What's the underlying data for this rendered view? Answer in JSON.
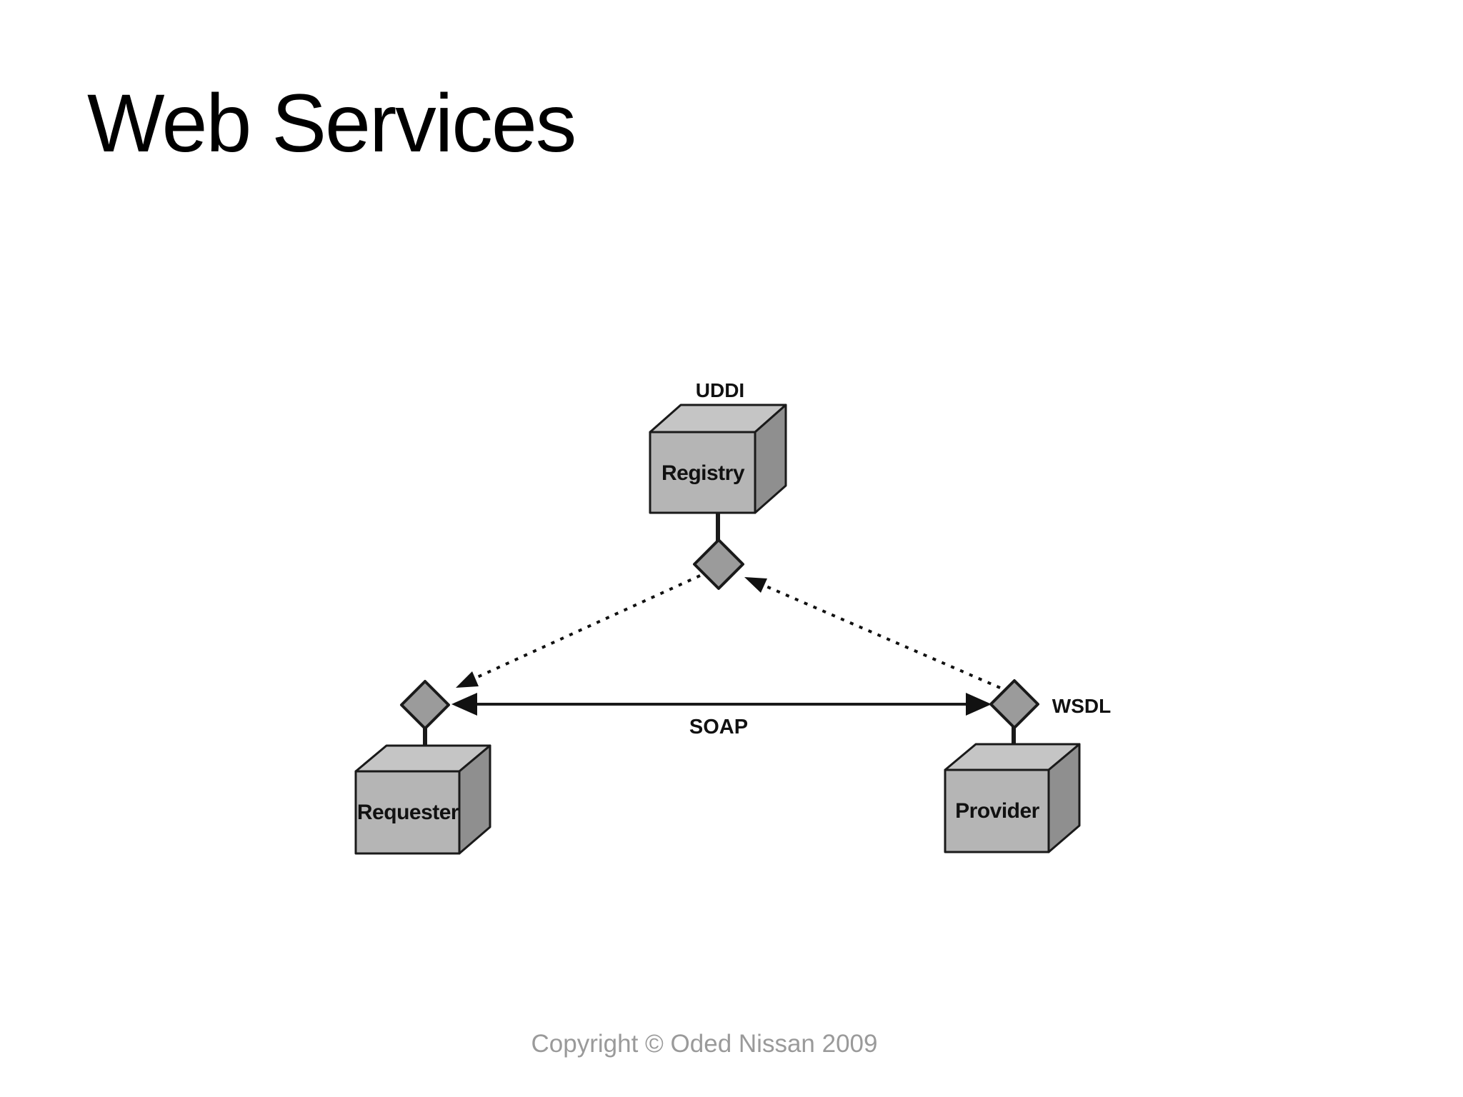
{
  "slide": {
    "title": "Web Services",
    "copyright": "Copyright © Oded Nissan 2009"
  },
  "diagram": {
    "registry": {
      "tag": "UDDI",
      "label": "Registry"
    },
    "requester": {
      "label": "Requester"
    },
    "provider": {
      "label": "Provider",
      "tag": "WSDL"
    },
    "connection": {
      "label": "SOAP"
    },
    "edges": [
      {
        "from": "registry",
        "to": "requester",
        "style": "dashed",
        "arrow_at": "requester"
      },
      {
        "from": "provider",
        "to": "registry",
        "style": "dashed",
        "arrow_at": "registry"
      },
      {
        "from": "requester",
        "to": "provider",
        "style": "solid",
        "arrow_at": "both",
        "label": "SOAP"
      }
    ]
  },
  "colors": {
    "background": "#ffffff",
    "cube_front": "#b5b5b5",
    "cube_top": "#c5c5c5",
    "cube_side": "#8f8f8f",
    "diamond_fill": "#9b9b9b",
    "outline": "#1a1a1a",
    "title_text": "#000000",
    "copyright_text": "#9a9a9a"
  }
}
